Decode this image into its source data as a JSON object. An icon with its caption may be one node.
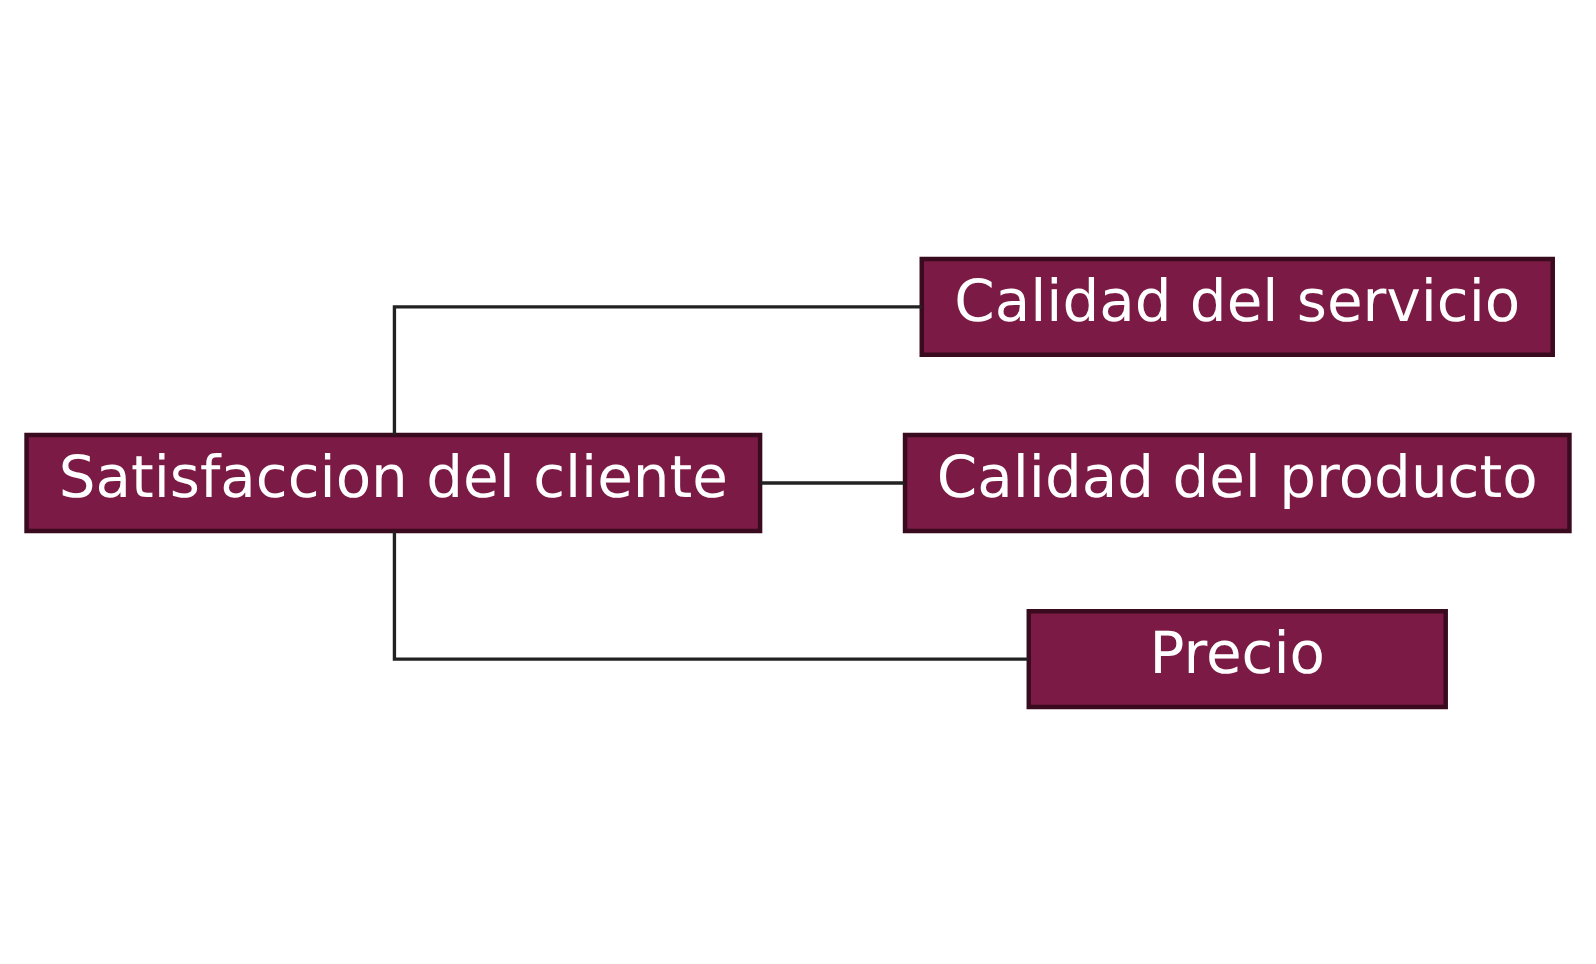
{
  "diagram": {
    "nodes": [
      {
        "text": [
          "Satisfaccion del cliente"
        ]
      },
      {
        "text": [
          "Calidad del servicio"
        ]
      },
      {
        "text": [
          "Calidad del producto"
        ]
      },
      {
        "text": [
          "Precio"
        ]
      }
    ],
    "edges": [
      {
        "from": 0,
        "to": 1,
        "arrow": "none"
      },
      {
        "from": 0,
        "to": 2,
        "arrow": "none"
      },
      {
        "from": 0,
        "to": 3,
        "arrow": "none"
      }
    ]
  }
}
